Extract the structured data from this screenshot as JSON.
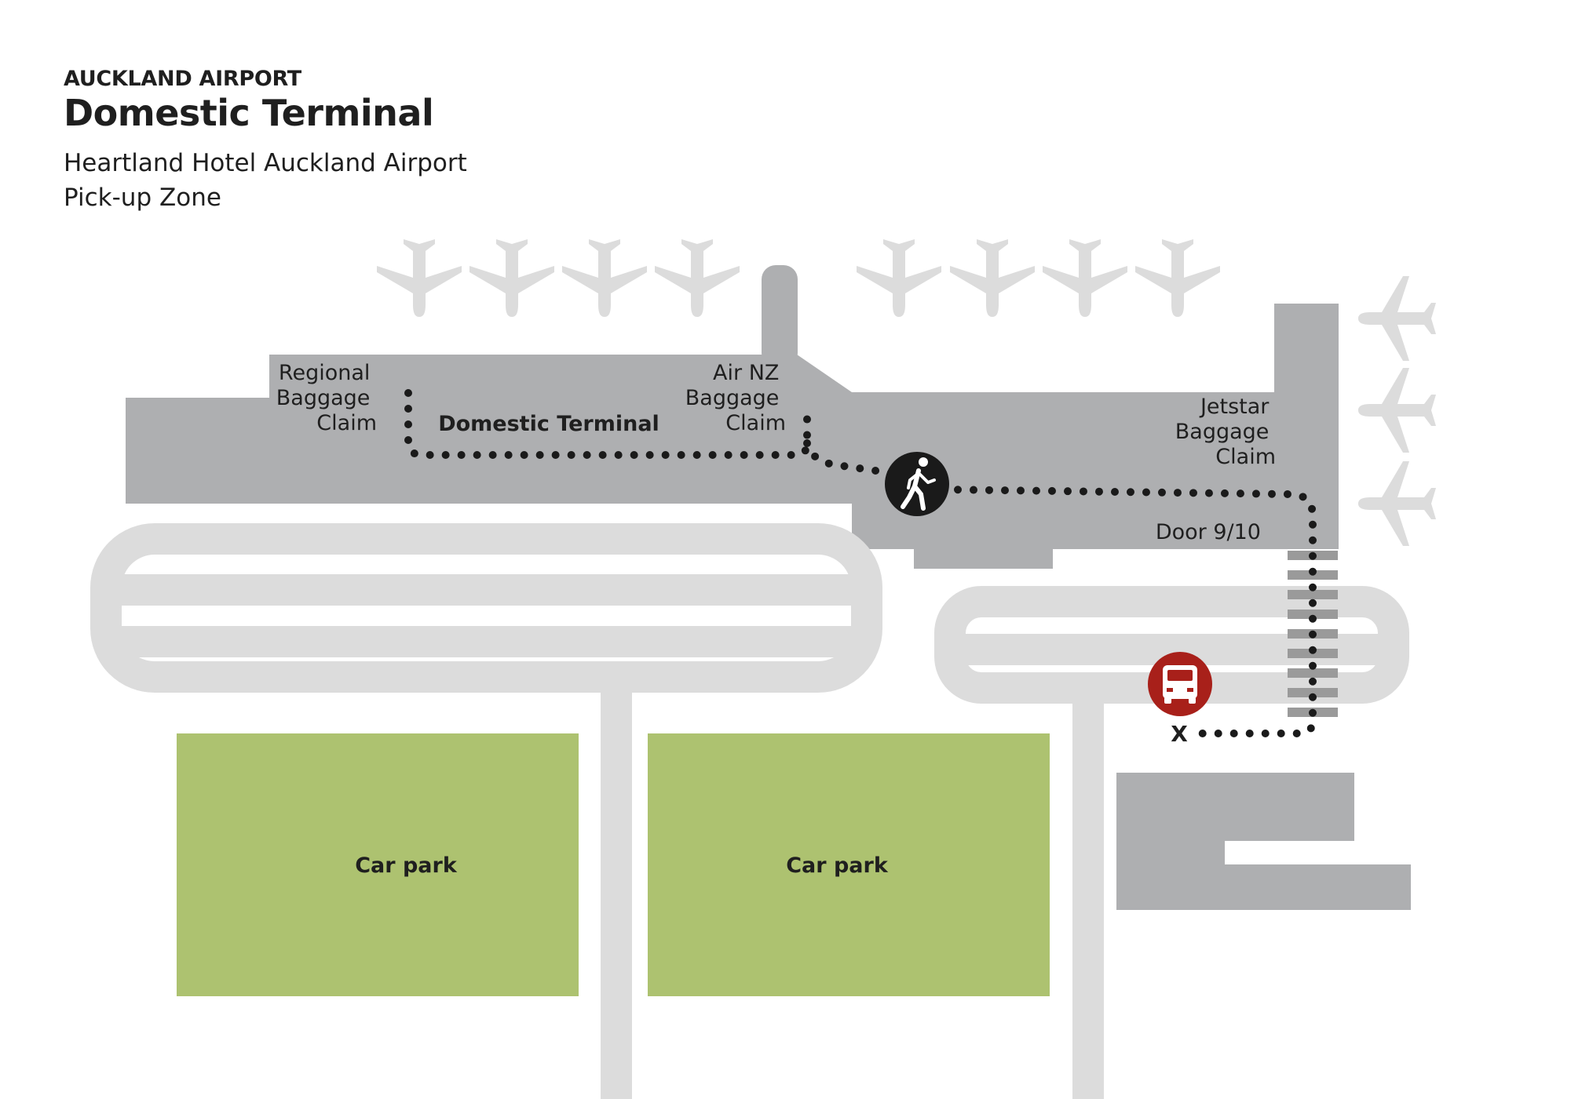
{
  "header": {
    "kicker": "AUCKLAND AIRPORT",
    "title": "Domestic Terminal",
    "subtitle_line1": "Heartland Hotel Auckland Airport",
    "subtitle_line2": "Pick-up Zone"
  },
  "labels": {
    "regional_baggage": [
      "Regional",
      "Baggage",
      "Claim"
    ],
    "terminal": "Domestic Terminal",
    "airnz_baggage": [
      "Air NZ",
      "Baggage",
      "Claim"
    ],
    "jetstar_baggage": [
      "Jetstar",
      "Baggage",
      "Claim"
    ],
    "door": "Door 9/10",
    "car_park_left": "Car park",
    "car_park_right": "Car park",
    "pickup_marker": "X"
  },
  "icons": {
    "airplane": "airplane-icon",
    "walking": "walking-person-icon",
    "shuttle": "shuttle-van-icon"
  },
  "colors": {
    "building": "#aeafb1",
    "road": "#dcdcdc",
    "car_park": "#adc270",
    "airplane": "#dcdcdc",
    "text": "#1f1f1f",
    "route": "#1a1a1a",
    "shuttle_badge": "#a8201a",
    "walk_badge": "#1a1a1a",
    "crossing": "#9a9a9a"
  }
}
